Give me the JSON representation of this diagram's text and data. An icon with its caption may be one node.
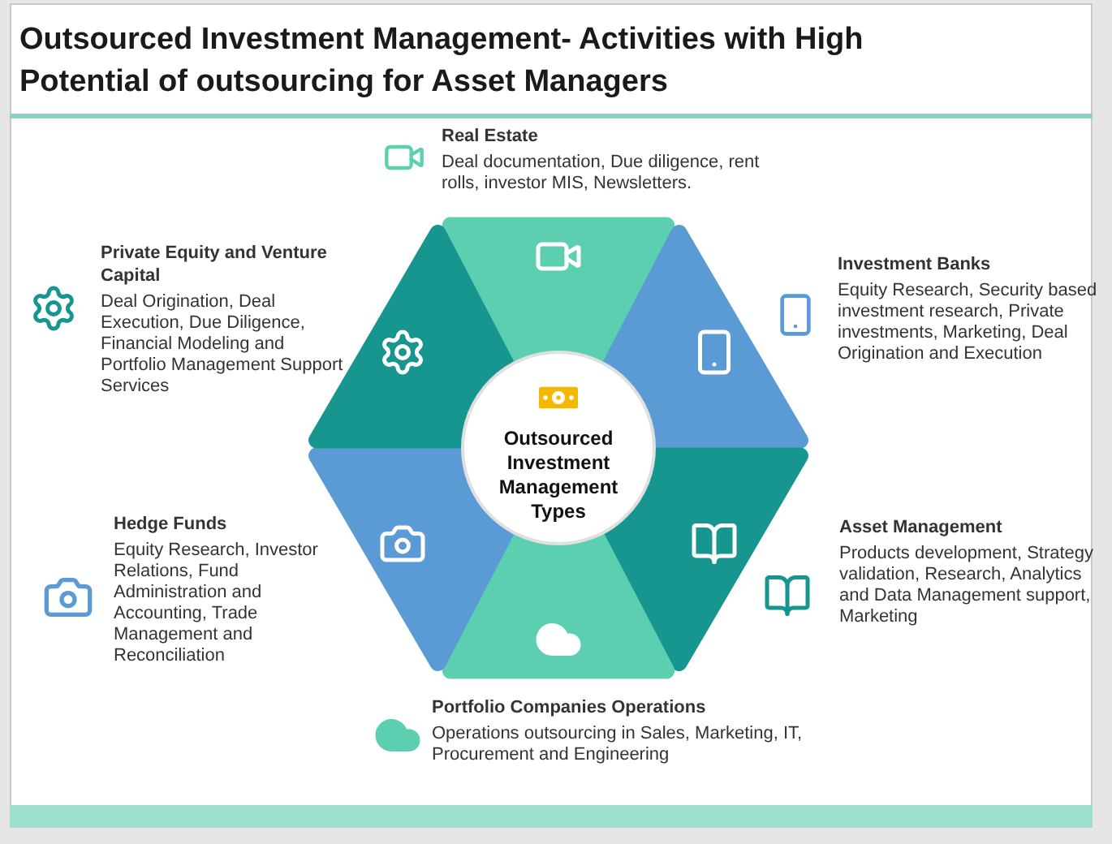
{
  "diagram": {
    "title": "Outsourced Investment Management- Activities with High Potential of outsourcing for Asset Managers",
    "nodes": [
      {
        "text": [
          "Outsourced Investment Management Types"
        ]
      }
    ],
    "labels": [
      "Real Estate",
      "Deal documentation, Due diligence, rent rolls, investor MIS, Newsletters.",
      "Private Equity and Venture Capital",
      "Deal Origination, Deal Execution, Due Diligence, Financial Modeling and Portfolio Management Support Services",
      "Investment Banks",
      "Equity Research, Security based investment research, Private investments, Marketing, Deal Origination and Execution",
      "Hedge Funds",
      "Equity Research, Investor Relations, Fund Administration and Accounting, Trade Management and Reconciliation",
      "Asset Management",
      "Products development, Strategy validation, Research, Analytics and Data Management support, Marketing",
      "Portfolio Companies Operations",
      "Operations outsourcing in Sales, Marketing, IT, Procurement and Engineering"
    ]
  }
}
